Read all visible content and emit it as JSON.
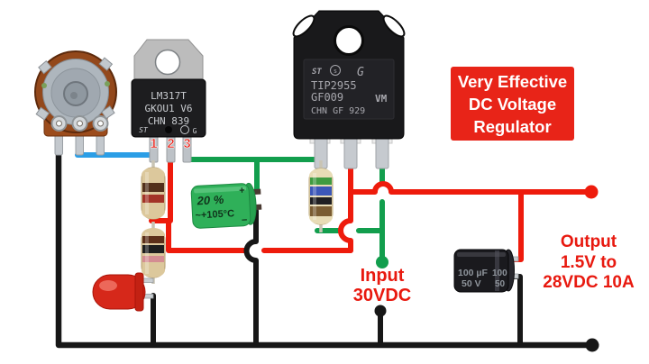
{
  "title_box": {
    "line1": "Very Effective",
    "line2": "DC Voltage",
    "line3": "Regulator"
  },
  "input_label": {
    "line1": "Input",
    "line2": "30VDC"
  },
  "output_label": {
    "line1": "Output",
    "line2": "1.5V to",
    "line3": "28VDC 10A"
  },
  "lm317": {
    "logo": "ST",
    "line1": "LM317T",
    "line2": "GKOU1 V6",
    "line3": "CHN 839",
    "g_mark": "G",
    "pin1": "1",
    "pin2": "2",
    "pin3": "3"
  },
  "tip2955": {
    "logo": "ST",
    "s_mark": "s",
    "g_mark": "G",
    "vm_mark": "VM",
    "line1": "TIP2955",
    "line2": "GF009",
    "line3": "CHN GF 929"
  },
  "green_cap": {
    "line1": "20 %",
    "line2": "~+105°C",
    "plus": "+",
    "minus": "−"
  },
  "black_cap": {
    "line1": "100 µF",
    "line2": "50 V",
    "right1": "100",
    "right2": "50"
  },
  "colors": {
    "wire_red": "#ee1b0c",
    "wire_green": "#129e4d",
    "wire_blue": "#2b9ee6",
    "wire_black": "#171717",
    "label_red": "#e8190f",
    "box_bg": "#e82418",
    "box_text": "#ffffff"
  }
}
